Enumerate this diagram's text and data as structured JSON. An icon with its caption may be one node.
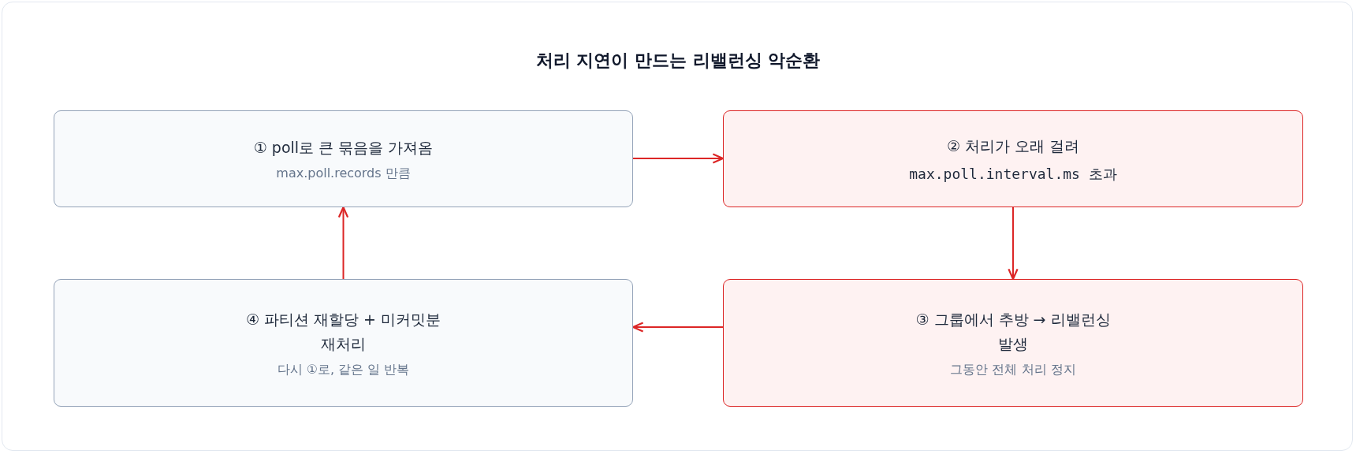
{
  "diagram": {
    "title": "처리 지연이 만드는 리밸런싱 악순환",
    "nodes": [
      {
        "text": [
          "① poll로 큰 묶음을 가져옴",
          "max.poll.records 만큼"
        ]
      },
      {
        "text": [
          "② 처리가 오래 걸려",
          "max.poll.interval.ms 초과"
        ]
      },
      {
        "text": [
          "③ 그룹에서 추방 → 리밸런싱 발생",
          "그동안 전체 처리 정지"
        ]
      },
      {
        "text": [
          "④ 파티션 재할당 + 미커밋분 재처리",
          "다시 ①로, 같은 일 반복"
        ]
      }
    ],
    "edges": [
      {
        "from": 0,
        "to": 1,
        "arrow": "to"
      },
      {
        "from": 1,
        "to": 2,
        "arrow": "to"
      },
      {
        "from": 2,
        "to": 3,
        "arrow": "to"
      },
      {
        "from": 3,
        "to": 0,
        "arrow": "to"
      }
    ]
  }
}
